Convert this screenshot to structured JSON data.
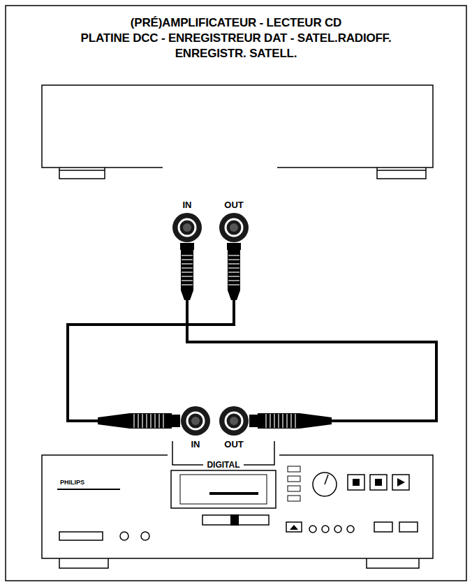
{
  "diagram": {
    "title": "(PRÉ)AMPLIFICATEUR - LECTEUR CD PLATINE DCC - ENREGISTREUR DAT - SATEL.RADIOFF. ENREGISTR. SATELL.",
    "nodes": [
      {
        "text": [
          "IN"
        ]
      },
      {
        "text": [
          "OUT"
        ]
      },
      {
        "text": [
          "IN"
        ]
      },
      {
        "text": [
          "OUT"
        ]
      }
    ],
    "edges": [
      {
        "from": 1,
        "to": 2,
        "arrow": "none"
      },
      {
        "from": 3,
        "to": 0,
        "arrow": "none"
      }
    ],
    "labels": [
      "DIGITAL",
      "PHILIPS"
    ]
  }
}
